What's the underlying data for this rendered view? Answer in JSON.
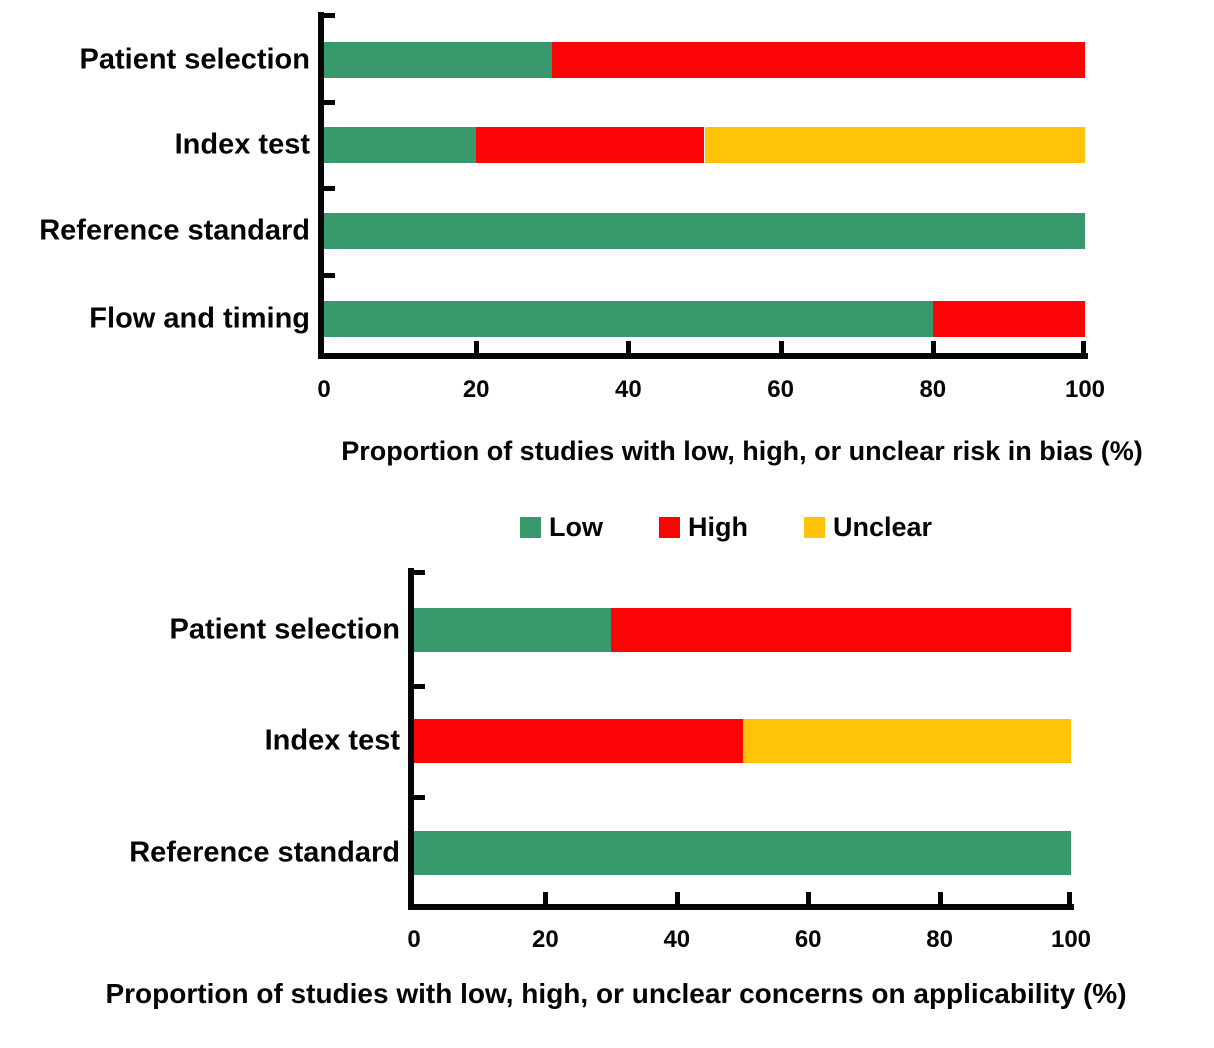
{
  "figure": {
    "background": "#ffffff"
  },
  "colors": {
    "low": "#389A6C",
    "high": "#FB0406",
    "unclear": "#FFC408",
    "axis": "#050505",
    "text": "#050505"
  },
  "legend": {
    "items": [
      {
        "name": "low",
        "label": "Low"
      },
      {
        "name": "high",
        "label": "High"
      },
      {
        "name": "unclear",
        "label": "Unclear"
      }
    ]
  },
  "chart_data": [
    {
      "id": "risk-of-bias",
      "type": "bar",
      "orientation": "horizontal",
      "stacked": true,
      "units": "%",
      "title": "",
      "xlabel": "Proportion of studies with low, high, or unclear risk in bias (%)",
      "ylabel": "",
      "categories": [
        "Patient selection",
        "Index test",
        "Reference standard",
        "Flow and timing"
      ],
      "series": [
        {
          "name": "Low",
          "color_key": "low",
          "values": [
            30,
            20,
            100,
            80
          ]
        },
        {
          "name": "High",
          "color_key": "high",
          "values": [
            70,
            30,
            0,
            20
          ]
        },
        {
          "name": "Unclear",
          "color_key": "unclear",
          "values": [
            0,
            50,
            0,
            0
          ]
        }
      ],
      "xticks": [
        0,
        20,
        40,
        60,
        80,
        100
      ],
      "xlim": [
        0,
        100
      ],
      "grid": false,
      "legend_position": "below"
    },
    {
      "id": "applicability",
      "type": "bar",
      "orientation": "horizontal",
      "stacked": true,
      "units": "%",
      "title": "",
      "xlabel": "Proportion of studies with low, high, or unclear concerns on applicability (%)",
      "ylabel": "",
      "categories": [
        "Patient selection",
        "Index test",
        "Reference standard"
      ],
      "series": [
        {
          "name": "Low",
          "color_key": "low",
          "values": [
            30,
            0,
            100
          ]
        },
        {
          "name": "High",
          "color_key": "high",
          "values": [
            70,
            50,
            0
          ]
        },
        {
          "name": "Unclear",
          "color_key": "unclear",
          "values": [
            0,
            50,
            0
          ]
        }
      ],
      "xticks": [
        0,
        20,
        40,
        60,
        80,
        100
      ],
      "xlim": [
        0,
        100
      ],
      "grid": false,
      "legend_position": "shared-above"
    }
  ]
}
